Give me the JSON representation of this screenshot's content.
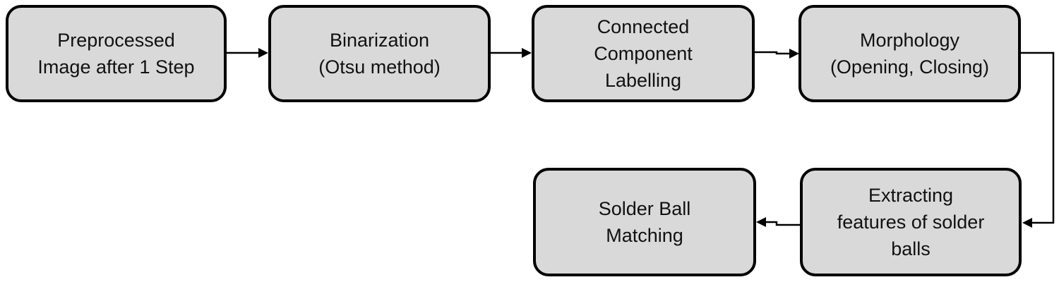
{
  "diagram": {
    "nodes": [
      {
        "id": "preprocessed",
        "lines": [
          "Preprocessed",
          "Image after 1 Step"
        ]
      },
      {
        "id": "binarization",
        "lines": [
          "Binarization",
          "(Otsu method)"
        ]
      },
      {
        "id": "ccl",
        "lines": [
          "Connected",
          "Component",
          "Labelling"
        ]
      },
      {
        "id": "morphology",
        "lines": [
          "Morphology",
          "(Opening, Closing)"
        ]
      },
      {
        "id": "extracting",
        "lines": [
          "Extracting",
          "features of solder",
          "balls"
        ]
      },
      {
        "id": "matching",
        "lines": [
          "Solder Ball",
          "Matching"
        ]
      }
    ],
    "edges": [
      {
        "from": "preprocessed",
        "to": "binarization"
      },
      {
        "from": "binarization",
        "to": "ccl"
      },
      {
        "from": "ccl",
        "to": "morphology"
      },
      {
        "from": "morphology",
        "to": "extracting"
      },
      {
        "from": "extracting",
        "to": "matching"
      }
    ],
    "colors": {
      "node_fill": "#d9d9d9",
      "node_border": "#000000",
      "connector": "#000000",
      "text": "#111111"
    }
  }
}
